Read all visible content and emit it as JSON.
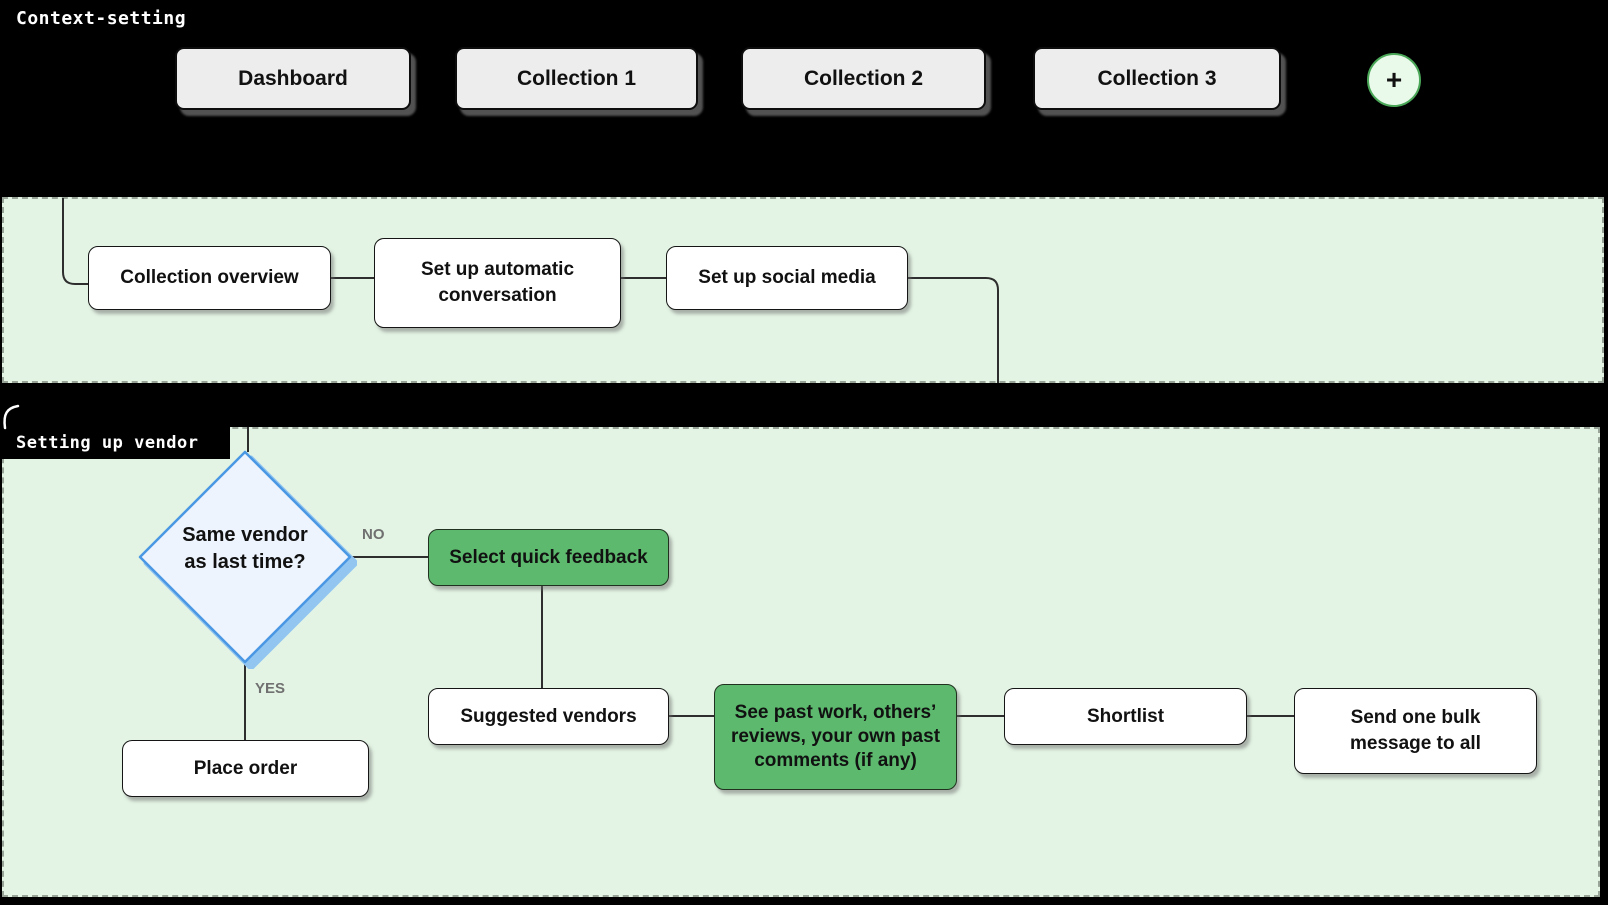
{
  "context_section": {
    "title": "Context-setting",
    "tabs": [
      {
        "label": "Dashboard"
      },
      {
        "label": "Collection 1"
      },
      {
        "label": "Collection 2"
      },
      {
        "label": "Collection 3"
      }
    ],
    "add_button_label": "+"
  },
  "flow_section": {
    "nodes": {
      "collection_overview": "Collection overview",
      "auto_conversation": "Set up automatic conversation",
      "social_media": "Set up social media"
    }
  },
  "vendor_section": {
    "title": "Setting up vendor",
    "decision": {
      "line1": "Same vendor",
      "line2": "as last time?"
    },
    "branch_labels": {
      "no": "NO",
      "yes": "YES"
    },
    "nodes": {
      "quick_feedback": "Select quick feedback",
      "place_order": "Place order",
      "suggested_vendors": "Suggested vendors",
      "past_work": "See past work, others’ reviews, your own past comments (if any)",
      "shortlist": "Shortlist",
      "bulk_message": "Send one bulk message to all"
    }
  },
  "colors": {
    "canvas_bg": "#000000",
    "section_bg": "#e3f4e4",
    "section_dash": "#98a498",
    "node_green": "#5cb96e",
    "diamond_fill": "#edf4fd",
    "diamond_stroke": "#4a97e3",
    "diamond_shadow": "#92c6f0",
    "tab_bg": "#ededed",
    "add_button_bg": "#e9f9ea",
    "add_button_border": "#4aa758",
    "branch_label_gray": "#707070"
  }
}
